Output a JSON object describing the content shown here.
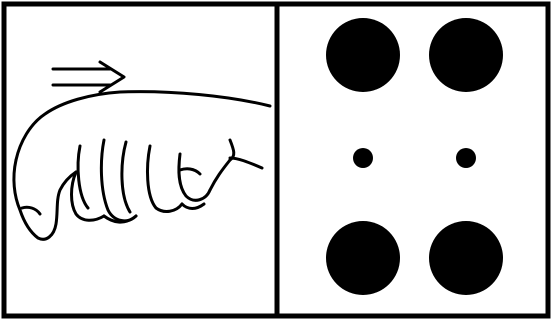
{
  "figure": {
    "panels": [
      {
        "id": "left",
        "depicts": "hand-knock-icon",
        "motion": "arrow-right"
      },
      {
        "id": "right",
        "depicts": "dot-pattern",
        "dots": [
          {
            "size": "large"
          },
          {
            "size": "large"
          },
          {
            "size": "small"
          },
          {
            "size": "small"
          },
          {
            "size": "large"
          },
          {
            "size": "large"
          }
        ]
      }
    ],
    "colors": {
      "ink": "#000000",
      "background": "#ffffff"
    }
  }
}
